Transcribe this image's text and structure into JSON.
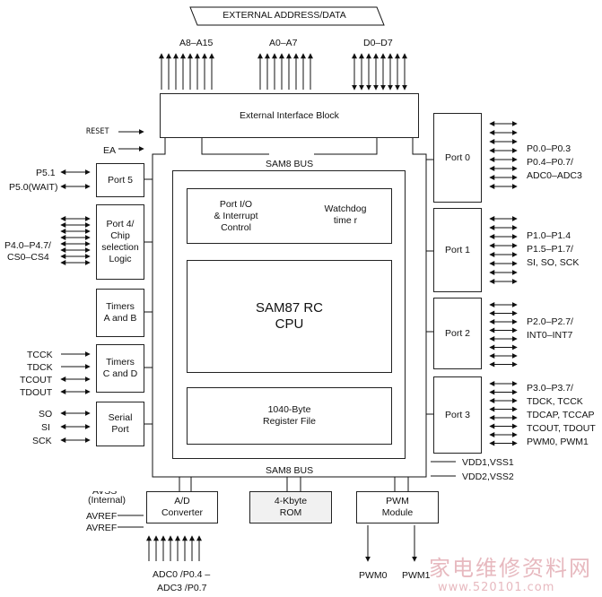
{
  "banner": {
    "text": "EXTERNAL ADDRESS/DATA"
  },
  "top_buses": {
    "a8": "A8–A15",
    "a0": "A0–A7",
    "d0": "D0–D7"
  },
  "ext_interface": {
    "label": "External Interface Block"
  },
  "bus_top": "SAM8 BUS",
  "bus_bottom": "SAM8 BUS",
  "left_pins": {
    "reset": "RESET",
    "ea": "EA",
    "p51": "P5.1",
    "p50": "P5.0(WAIT)",
    "p4a": "P4.0–P4.7/",
    "p4b": "CS0–CS4",
    "tcck": "TCCK",
    "tdck": "TDCK",
    "tcout": "TCOUT",
    "tdout": "TDOUT",
    "so": "SO",
    "si": "SI",
    "sck": "SCK"
  },
  "left_blocks": {
    "port5": "Port 5",
    "port4": [
      "Port 4/",
      "Chip",
      "selection",
      "Logic"
    ],
    "timers_ab": [
      "Timers",
      "A and B"
    ],
    "timers_cd": [
      "Timers",
      "C and D"
    ],
    "serial": [
      "Serial",
      "Port"
    ]
  },
  "core": {
    "port_io": [
      "Port I/O",
      "& Interrupt",
      "Control"
    ],
    "watchdog": [
      "Watchdog",
      "time r"
    ],
    "cpu": [
      "SAM87 RC",
      "CPU"
    ],
    "regfile": [
      "1040-Byte",
      "Register File"
    ]
  },
  "right_blocks": {
    "port0": "Port 0",
    "port1": "Port 1",
    "port2": "Port 2",
    "port3": "Port 3"
  },
  "right_pins": {
    "p0a": "P0.0–P0.3",
    "p0b": "P0.4–P0.7/",
    "p0c": "ADC0–ADC3",
    "p1a": "P1.0–P1.4",
    "p1b": "P1.5–P1.7/",
    "p1c": "SI, SO, SCK",
    "p2a": "P2.0–P2.7/",
    "p2b": "INT0–INT7",
    "p3a": "P3.0–P3.7/",
    "p3b": "TDCK, TCCK",
    "p3c": "TDCAP, TCCAP",
    "p3d": "TCOUT, TDOUT",
    "p3e": "PWM0, PWM1",
    "vdd1": "VDD1,VSS1",
    "vdd2": "VDD2,VSS2"
  },
  "bottom_blocks": {
    "adc": [
      "A/D",
      "Converter"
    ],
    "rom": [
      "4-Kbyte",
      "ROM"
    ],
    "pwm": [
      "PWM",
      "Module"
    ]
  },
  "bottom_pins": {
    "avss": "AVSS",
    "internal": "(Internal)",
    "avref1": "AVREF",
    "avref2": "AVREF",
    "adc_a": "ADC0 /P0.4 –",
    "adc_b": "ADC3 /P0.7",
    "pwm0": "PWM0",
    "pwm1": "PWM1"
  },
  "watermark": {
    "cn": "家电维修资料网",
    "url": "www.520101.com"
  },
  "colors": {
    "line": "#111111",
    "rom_fill": "#f1f1f1",
    "watermark": "#e7b9bf"
  }
}
